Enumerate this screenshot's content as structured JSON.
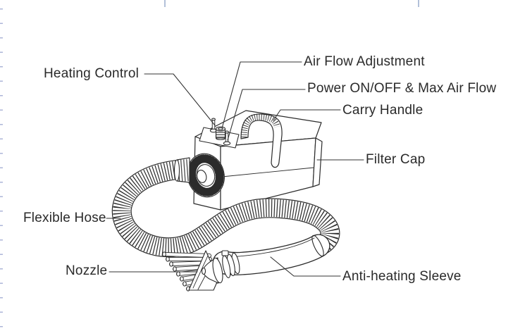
{
  "diagram": {
    "labels": [
      {
        "id": "heating-control",
        "text": "Heating Control"
      },
      {
        "id": "air-flow-adjustment",
        "text": "Air Flow Adjustment"
      },
      {
        "id": "power-on-off",
        "text": "Power ON/OFF & Max Air Flow"
      },
      {
        "id": "carry-handle",
        "text": "Carry Handle"
      },
      {
        "id": "filter-cap",
        "text": "Filter Cap"
      },
      {
        "id": "flexible-hose",
        "text": "Flexible Hose"
      },
      {
        "id": "nozzle",
        "text": "Nozzle"
      },
      {
        "id": "anti-heating-sleeve",
        "text": "Anti-heating Sleeve"
      }
    ]
  },
  "colors": {
    "line_art": "#2b2b2b",
    "left_ruler_tick": "#adb6d8",
    "top_guide_tick": "#b3c1d9",
    "label_text": "#2a2a2a",
    "background": "#ffffff"
  }
}
